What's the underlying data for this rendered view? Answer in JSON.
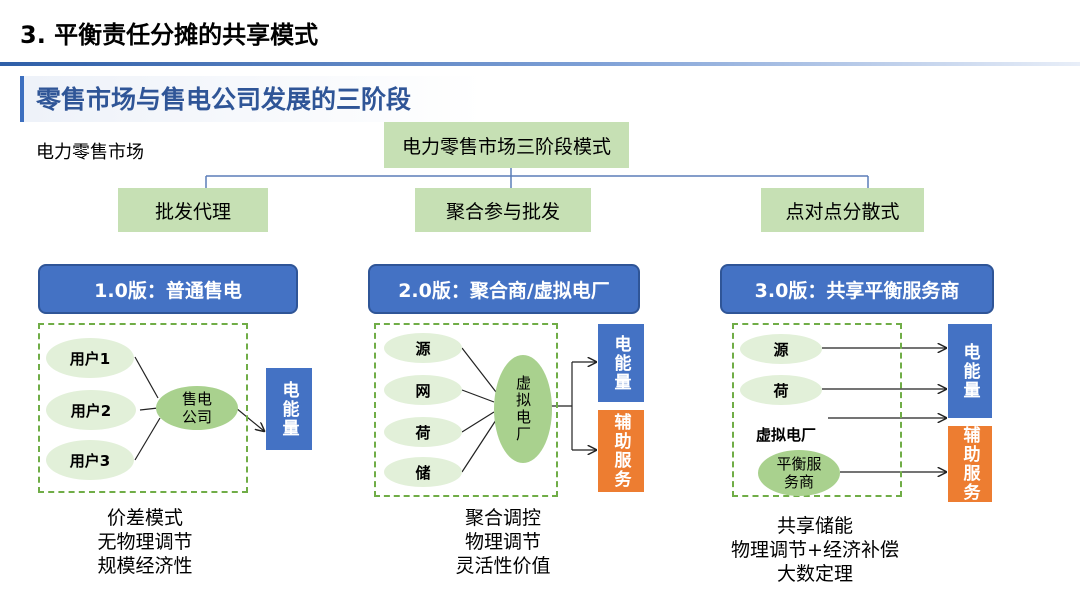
{
  "page_title": "3. 平衡责任分摊的共享模式",
  "section_title": "零售市场与售电公司发展的三阶段",
  "market_label": "电力零售市场",
  "root": "电力零售市场三阶段模式",
  "modes": [
    "批发代理",
    "聚合参与批发",
    "点对点分散式"
  ],
  "versions": [
    {
      "header": "1.0版：普通售电",
      "nodes": [
        "用户1",
        "用户2",
        "用户3"
      ],
      "center": "售电\n公司",
      "outputs": [
        "电能量"
      ],
      "notes": [
        "价差模式",
        "无物理调节",
        "规模经济性"
      ]
    },
    {
      "header": "2.0版：聚合商/虚拟电厂",
      "nodes": [
        "源",
        "网",
        "荷",
        "储"
      ],
      "center": "虚拟电厂",
      "outputs": [
        "电能量",
        "辅助服务"
      ],
      "notes": [
        "聚合调控",
        "物理调节",
        "灵活性价值"
      ]
    },
    {
      "header": "3.0版：共享平衡服务商",
      "nodes": [
        "源",
        "荷",
        "虚拟电厂"
      ],
      "center": "平衡服\n务商",
      "outputs": [
        "电能量",
        "辅助服务"
      ],
      "notes": [
        "共享储能",
        "物理调节+经济补偿",
        "大数定理"
      ]
    }
  ],
  "colors": {
    "blue": "#4472c4",
    "green": "#c6e0b4",
    "light_green": "#e2f0d9",
    "mid_green": "#a9d18e",
    "orange": "#ed7d31",
    "title_blue": "#2f5597"
  }
}
